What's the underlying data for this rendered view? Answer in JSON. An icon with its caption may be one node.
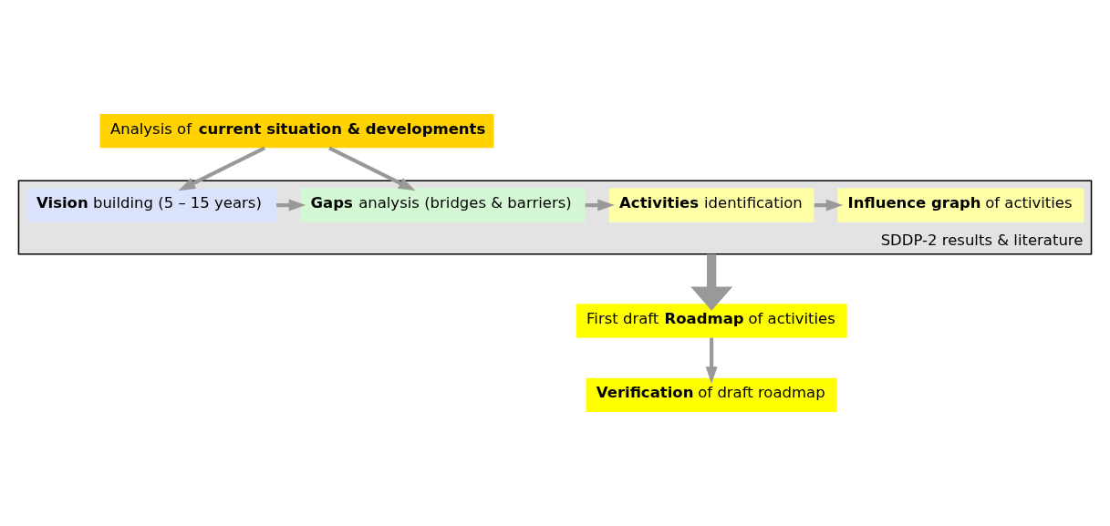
{
  "diagram": {
    "nodes": [
      {
        "text": [
          "Analysis of **current situation & developments**"
        ]
      },
      {
        "text": [
          "SDDP-2 results & literature"
        ]
      },
      {
        "text": [
          "**Vision** building (5 – 15 years)"
        ],
        "in": 1
      },
      {
        "text": [
          "**Gaps** analysis (bridges & barriers)"
        ],
        "in": 1
      },
      {
        "text": [
          "**Activities** identification"
        ],
        "in": 1
      },
      {
        "text": [
          "**Influence graph** of activities"
        ],
        "in": 1
      },
      {
        "text": [
          "First draft **Roadmap** of activities"
        ]
      },
      {
        "text": [
          "**Verification** of draft roadmap"
        ]
      }
    ],
    "edges": [
      {
        "from": 0,
        "to": 2,
        "arrow": "to"
      },
      {
        "from": 0,
        "to": 3,
        "arrow": "to"
      },
      {
        "from": 2,
        "to": 3,
        "arrow": "to"
      },
      {
        "from": 3,
        "to": 4,
        "arrow": "to"
      },
      {
        "from": 4,
        "to": 5,
        "arrow": "to"
      },
      {
        "from": 1,
        "to": 6,
        "arrow": "to",
        "style": "thick"
      },
      {
        "from": 6,
        "to": 7,
        "arrow": "to"
      }
    ]
  }
}
